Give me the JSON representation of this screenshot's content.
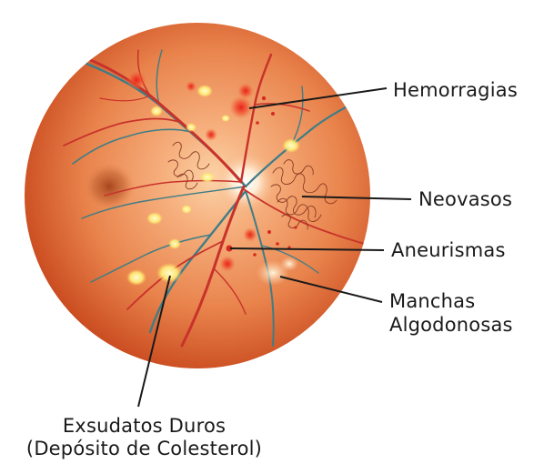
{
  "labels": {
    "hemorragias": "Hemorragias",
    "neovasos": "Neovasos",
    "aneurismas": "Aneurismas",
    "manchas_line1": "Manchas",
    "manchas_line2": "Algodonosas",
    "exsudatos_line1": "Exsudatos Duros",
    "exsudatos_line2": "(Depósito de Colesterol)"
  },
  "colors": {
    "retina_center": "#f6b07e",
    "retina_mid": "#e9834c",
    "retina_edge": "#c94a1e",
    "artery": "#c8322a",
    "vein": "#3f7d86",
    "exudate": "#fff07a",
    "hemorrhage": "#e8201c",
    "macula": "#a8451f",
    "leader_line": "#1a1a1a"
  }
}
